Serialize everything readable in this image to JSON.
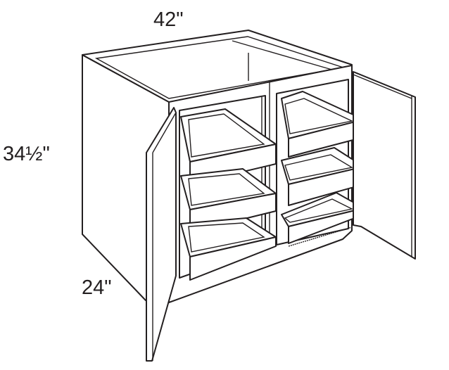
{
  "dimensions": {
    "width": "42\"",
    "height": "34½\"",
    "depth": "24\""
  },
  "colors": {
    "line": "#231f20",
    "background": "#ffffff"
  }
}
